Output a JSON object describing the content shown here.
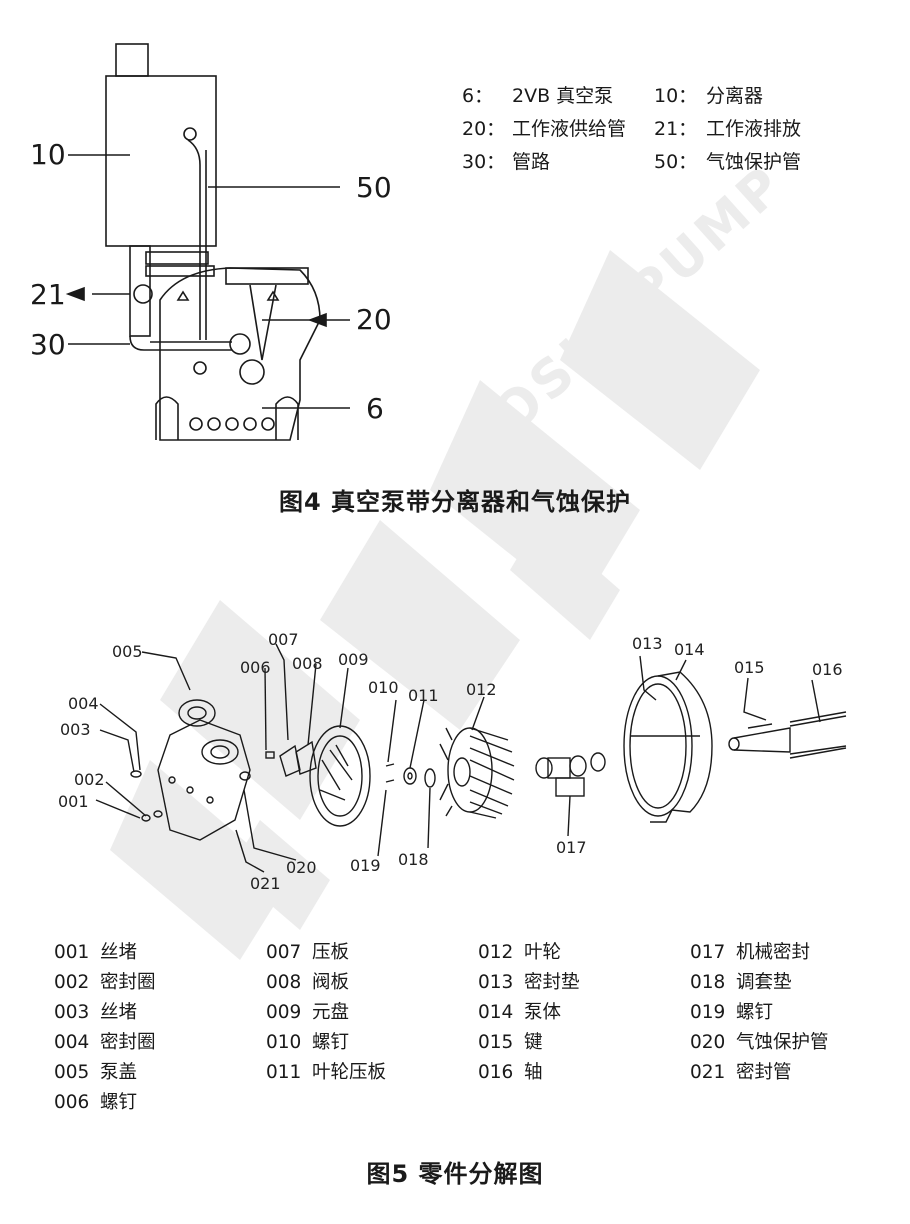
{
  "watermark": {
    "brand_text": "BOSIN PUMP",
    "logo_icon": "bosin-logo-watermark"
  },
  "figure4": {
    "caption": "图4  真空泵带分离器和气蚀保护",
    "callouts": [
      "10",
      "50",
      "21",
      "20",
      "30",
      "6"
    ],
    "legend": [
      {
        "code": "6：",
        "text": "2VB 真空泵"
      },
      {
        "code": "10：",
        "text": "分离器"
      },
      {
        "code": "20：",
        "text": "工作液供给管"
      },
      {
        "code": "21：",
        "text": "工作液排放"
      },
      {
        "code": "30：",
        "text": "管路"
      },
      {
        "code": "50：",
        "text": "气蚀保护管"
      }
    ]
  },
  "figure5": {
    "caption": "图5  零件分解图",
    "callouts": [
      "005",
      "007",
      "006",
      "008",
      "009",
      "004",
      "003",
      "010",
      "011",
      "012",
      "013",
      "014",
      "015",
      "016",
      "002",
      "001",
      "019",
      "018",
      "017",
      "020",
      "021"
    ],
    "parts": [
      {
        "code": "001",
        "name": "丝堵"
      },
      {
        "code": "002",
        "name": "密封圈"
      },
      {
        "code": "003",
        "name": "丝堵"
      },
      {
        "code": "004",
        "name": "密封圈"
      },
      {
        "code": "005",
        "name": "泵盖"
      },
      {
        "code": "006",
        "name": "螺钉"
      },
      {
        "code": "007",
        "name": "压板"
      },
      {
        "code": "008",
        "name": "阀板"
      },
      {
        "code": "009",
        "name": "元盘"
      },
      {
        "code": "010",
        "name": "螺钉"
      },
      {
        "code": "011",
        "name": "叶轮压板"
      },
      {
        "code": "012",
        "name": "叶轮"
      },
      {
        "code": "013",
        "name": "密封垫"
      },
      {
        "code": "014",
        "name": "泵体"
      },
      {
        "code": "015",
        "name": "键"
      },
      {
        "code": "016",
        "name": "轴"
      },
      {
        "code": "017",
        "name": "机械密封"
      },
      {
        "code": "018",
        "name": "调套垫"
      },
      {
        "code": "019",
        "name": "螺钉"
      },
      {
        "code": "020",
        "name": "气蚀保护管"
      },
      {
        "code": "021",
        "name": "密封管"
      }
    ]
  }
}
